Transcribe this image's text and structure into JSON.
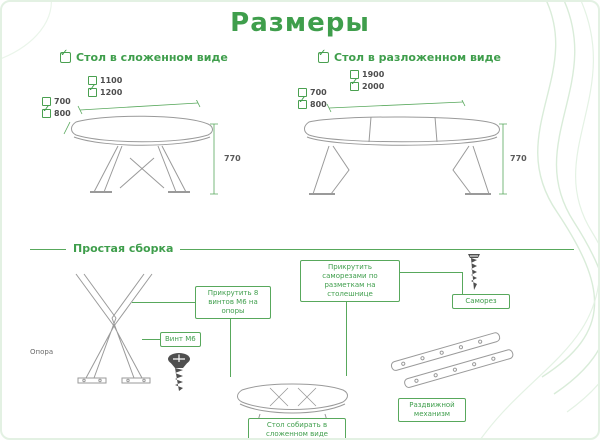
{
  "title": "Размеры",
  "accent_color": "#3f9e4c",
  "folded": {
    "heading": "Стол в сложенном виде",
    "widths": [
      {
        "label": "1100",
        "checked": false
      },
      {
        "label": "1200",
        "checked": true
      }
    ],
    "depths": [
      {
        "label": "700",
        "checked": false
      },
      {
        "label": "800",
        "checked": true
      }
    ],
    "height": "770"
  },
  "unfolded": {
    "heading": "Стол в разложенном виде",
    "widths": [
      {
        "label": "1900",
        "checked": false
      },
      {
        "label": "2000",
        "checked": true
      }
    ],
    "depths": [
      {
        "label": "700",
        "checked": false
      },
      {
        "label": "800",
        "checked": true
      }
    ],
    "height": "770"
  },
  "assembly": {
    "heading": "Простая сборка",
    "support_label": "Опора",
    "bolt_label": "Винт М6",
    "step_bolts": "Прикрутить 8 винтов М6 на опоры",
    "step_selftap": "Прикрутить саморезами по разметкам на столешнице",
    "selftap_label": "Саморез",
    "mechanism_label": "Раздвижной механизм",
    "note": "Стол собирать в сложенном виде"
  }
}
